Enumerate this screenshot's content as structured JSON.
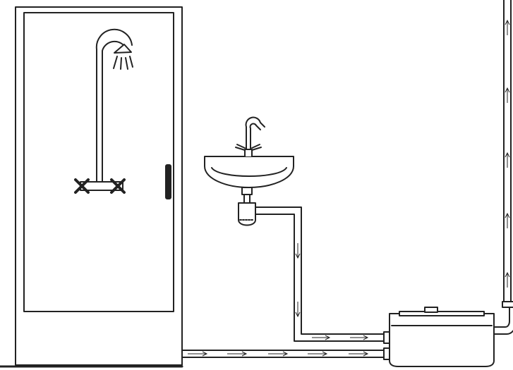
{
  "diagram": {
    "stroke_color": "#222222",
    "fill_color": "#ffffff",
    "handle_color": "#222222",
    "flow": {
      "sink_drain": "down",
      "sink_to_pump": "right",
      "shower_to_pump": "right",
      "discharge_riser": "up"
    },
    "components": [
      {
        "name": "shower-cabin"
      },
      {
        "name": "shower-head-icon"
      },
      {
        "name": "shower-mixer-valve"
      },
      {
        "name": "washbasin"
      },
      {
        "name": "basin-faucet-icon"
      },
      {
        "name": "bottle-trap"
      },
      {
        "name": "macerator-pump-unit"
      },
      {
        "name": "discharge-pipe"
      }
    ]
  }
}
